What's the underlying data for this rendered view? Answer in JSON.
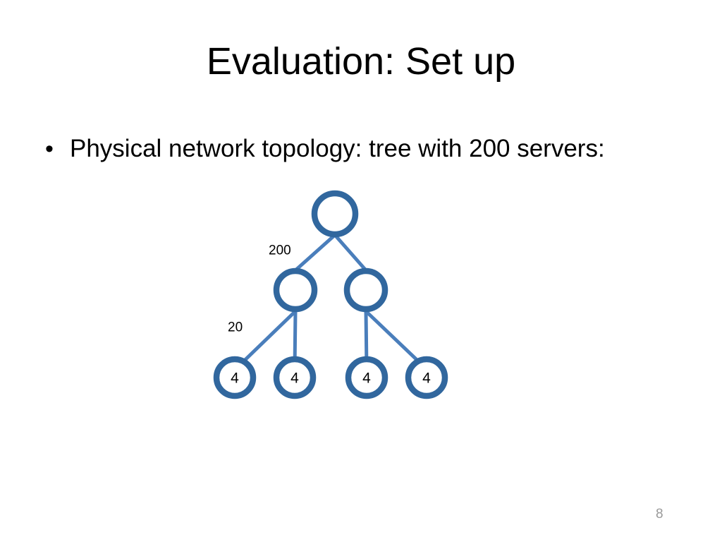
{
  "slide": {
    "title": "Evaluation: Set up",
    "page_number": "8",
    "background_color": "#FFFFFF",
    "title_color": "#000000",
    "page_number_color": "#9A9A9A"
  },
  "body": {
    "bullets": [
      {
        "marker": "•",
        "text": "Physical network topology: tree with 200 servers:"
      }
    ]
  },
  "diagram": {
    "type": "tree",
    "node_stroke_color": "#31679E",
    "node_fill_color": "#FFFFFF",
    "edge_color": "#4A7EBB",
    "root": {
      "label": ""
    },
    "level2": [
      {
        "label": ""
      },
      {
        "label": ""
      }
    ],
    "leaves": [
      {
        "label": "4"
      },
      {
        "label": "4"
      },
      {
        "label": "4"
      },
      {
        "label": "4"
      }
    ],
    "edge_labels": [
      {
        "text": "200"
      },
      {
        "text": "20"
      }
    ]
  }
}
